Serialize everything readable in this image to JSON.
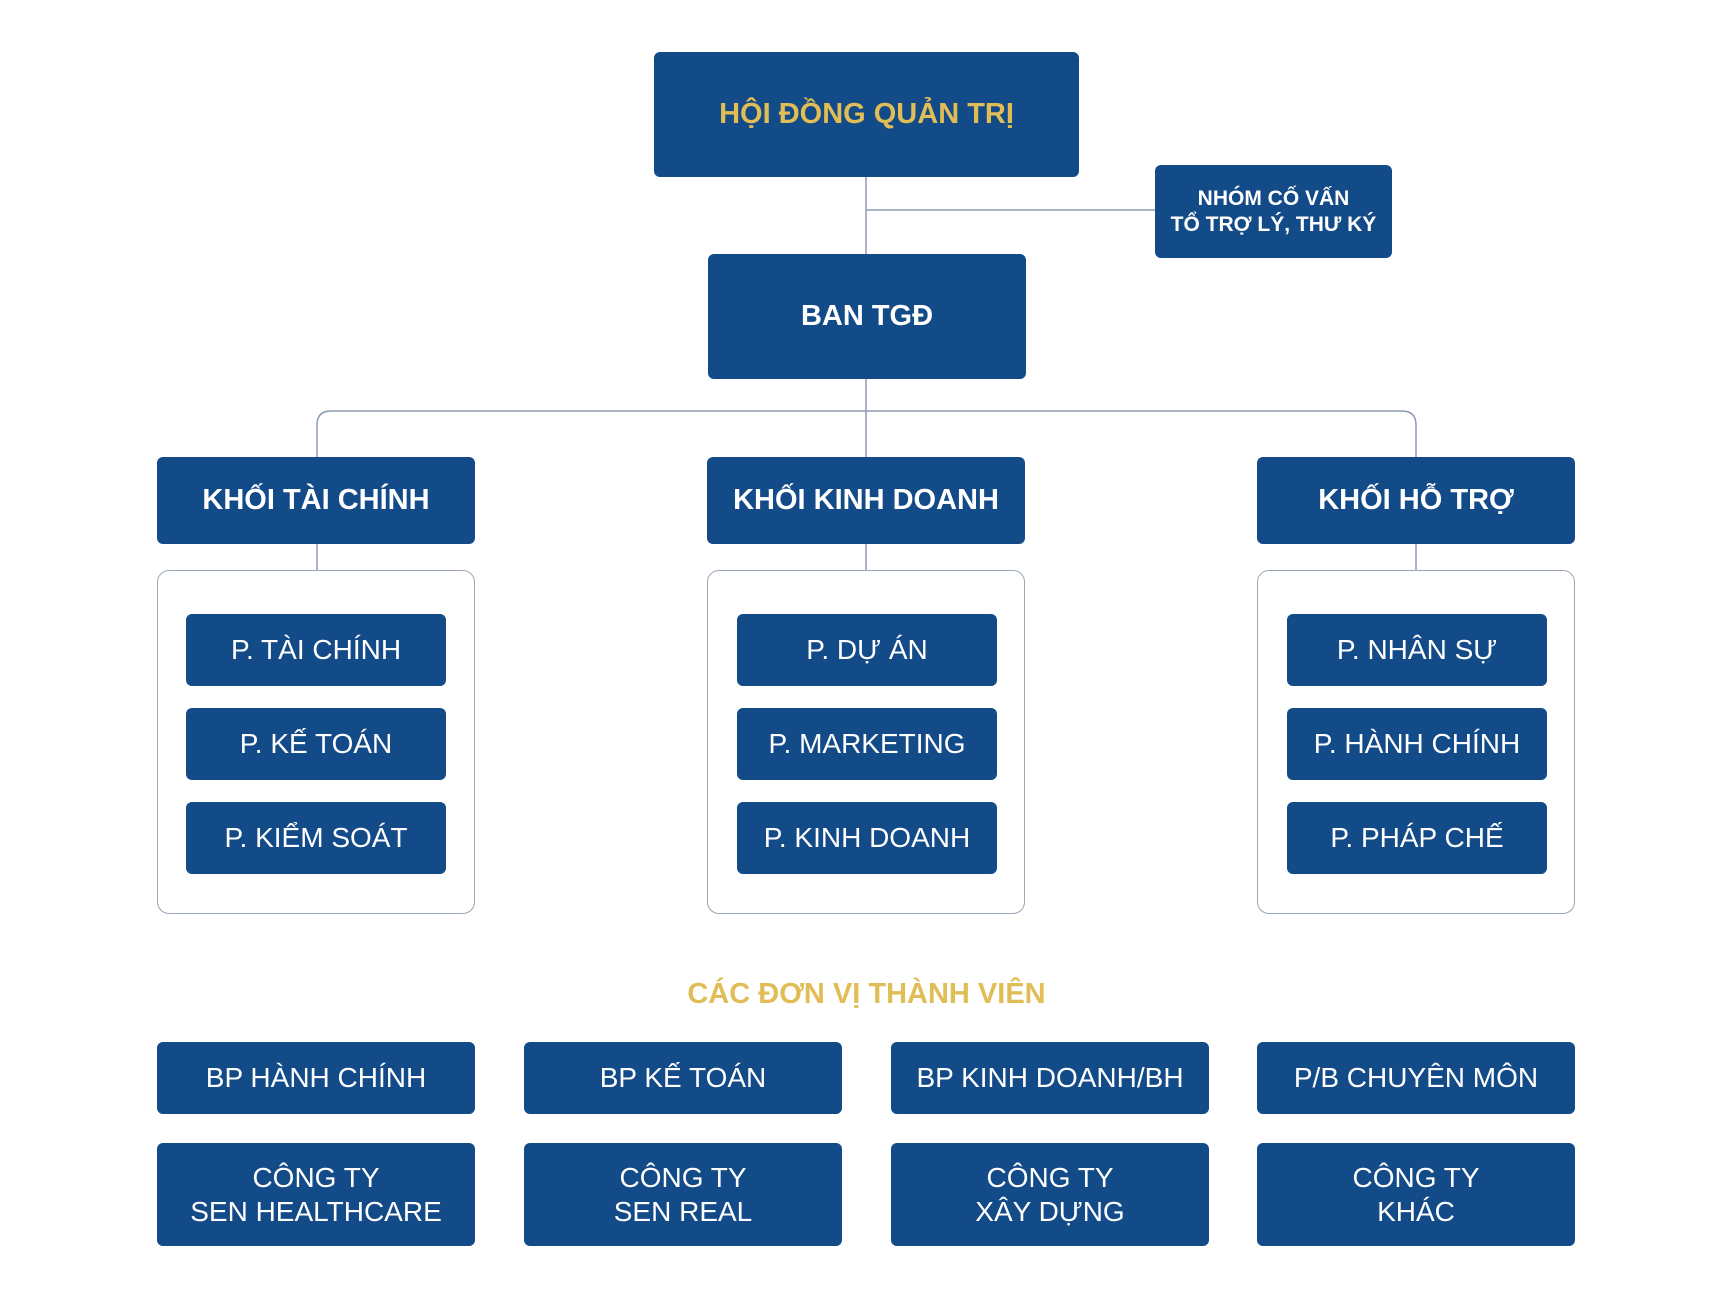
{
  "colors": {
    "box_fill": "#134a88",
    "box_text": "#ffffff",
    "accent_gold": "#e0bd55",
    "connector": "#8d9bb0"
  },
  "board": {
    "label": "HỘI ĐỒNG QUẢN TRỊ"
  },
  "advisory": {
    "line1": "NHÓM CỐ VẤN",
    "line2": "TỔ TRỢ LÝ, THƯ KÝ"
  },
  "ceo_office": {
    "label": "BAN TGĐ"
  },
  "divisions": [
    {
      "label": "KHỐI TÀI CHÍNH",
      "departments": [
        "P. TÀI CHÍNH",
        "P. KẾ TOÁN",
        "P. KIỂM SOÁT"
      ]
    },
    {
      "label": "KHỐI KINH DOANH",
      "departments": [
        "P. DỰ ÁN",
        "P. MARKETING",
        "P. KINH DOANH"
      ]
    },
    {
      "label": "KHỐI HỖ TRỢ",
      "departments": [
        "P. NHÂN SỰ",
        "P. HÀNH CHÍNH",
        "P. PHÁP CHẾ"
      ]
    }
  ],
  "member_units": {
    "title": "CÁC ĐƠN VỊ THÀNH VIÊN",
    "functions": [
      "BP HÀNH CHÍNH",
      "BP KẾ TOÁN",
      "BP KINH DOANH/BH",
      "P/B CHUYÊN MÔN"
    ],
    "companies": [
      {
        "line1": "CÔNG TY",
        "line2": "SEN HEALTHCARE"
      },
      {
        "line1": "CÔNG TY",
        "line2": "SEN REAL"
      },
      {
        "line1": "CÔNG TY",
        "line2": "XÂY DỰNG"
      },
      {
        "line1": "CÔNG TY",
        "line2": "KHÁC"
      }
    ]
  }
}
